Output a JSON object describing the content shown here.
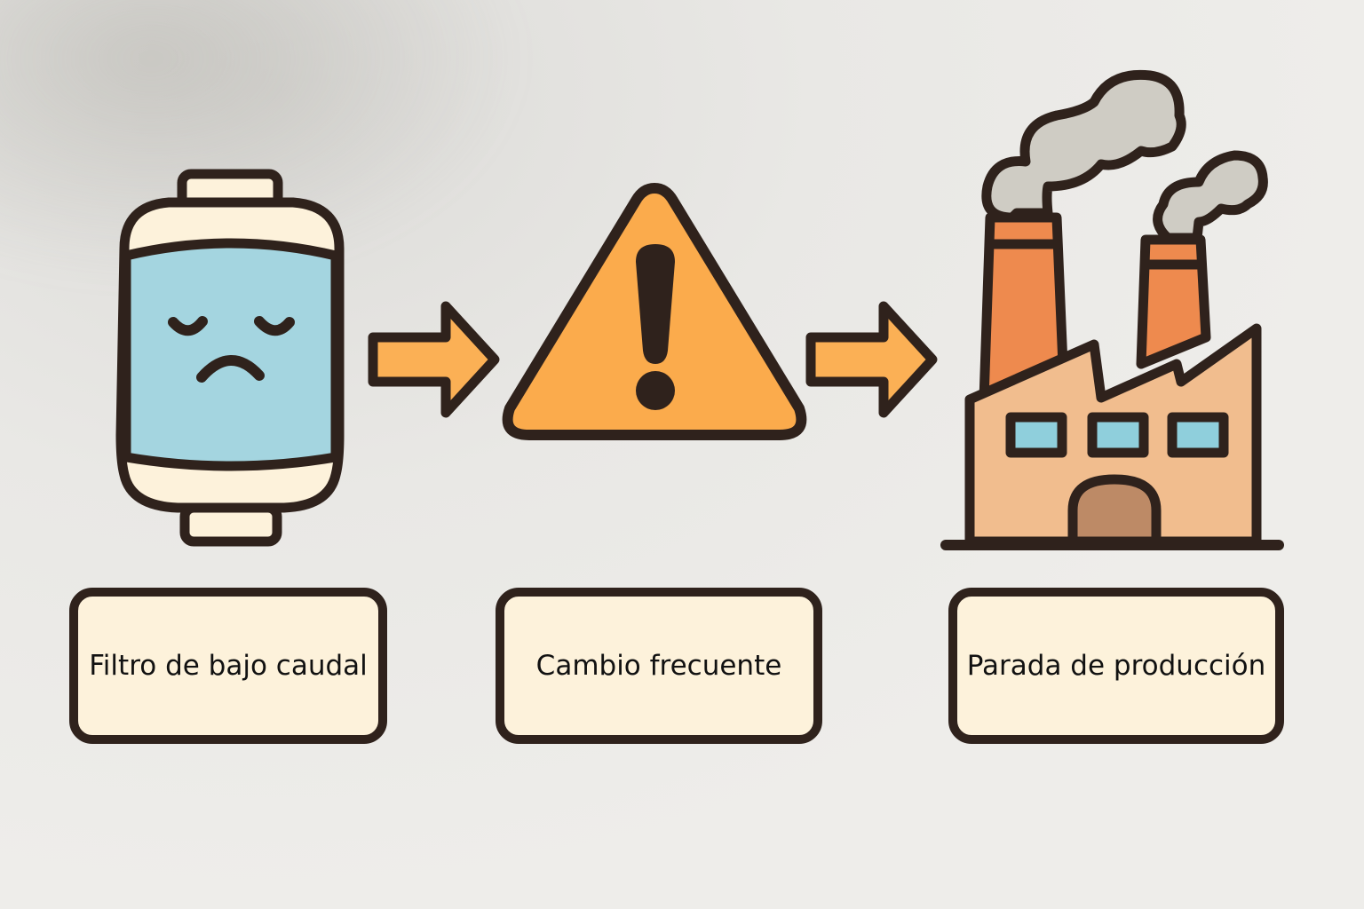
{
  "diagram": {
    "type": "process-flow",
    "direction": "left-to-right",
    "steps": [
      {
        "id": "step-1",
        "label": "Filtro de bajo caudal",
        "icon": "sad-filter-cartridge-icon"
      },
      {
        "id": "step-2",
        "label": "Cambio frecuente",
        "icon": "warning-triangle-icon"
      },
      {
        "id": "step-3",
        "label": "Parada de producción",
        "icon": "factory-smoke-icon"
      }
    ],
    "connectors": [
      {
        "from": "step-1",
        "to": "step-2",
        "icon": "arrow-right-icon"
      },
      {
        "from": "step-2",
        "to": "step-3",
        "icon": "arrow-right-icon"
      }
    ]
  },
  "colors": {
    "background": "#eeedea",
    "outline": "#2f221c",
    "label_fill": "#fdf2db",
    "filter_blue": "#a4d5e0",
    "filter_cap": "#fdf2db",
    "warning_orange": "#fbab4c",
    "arrow_orange": "#fbb055",
    "chimney_orange": "#ee8a4e",
    "factory_body": "#f1bd8e",
    "factory_door": "#bd8a66",
    "smoke_gray": "#cfccc4",
    "window_blue": "#8fcfdc"
  }
}
